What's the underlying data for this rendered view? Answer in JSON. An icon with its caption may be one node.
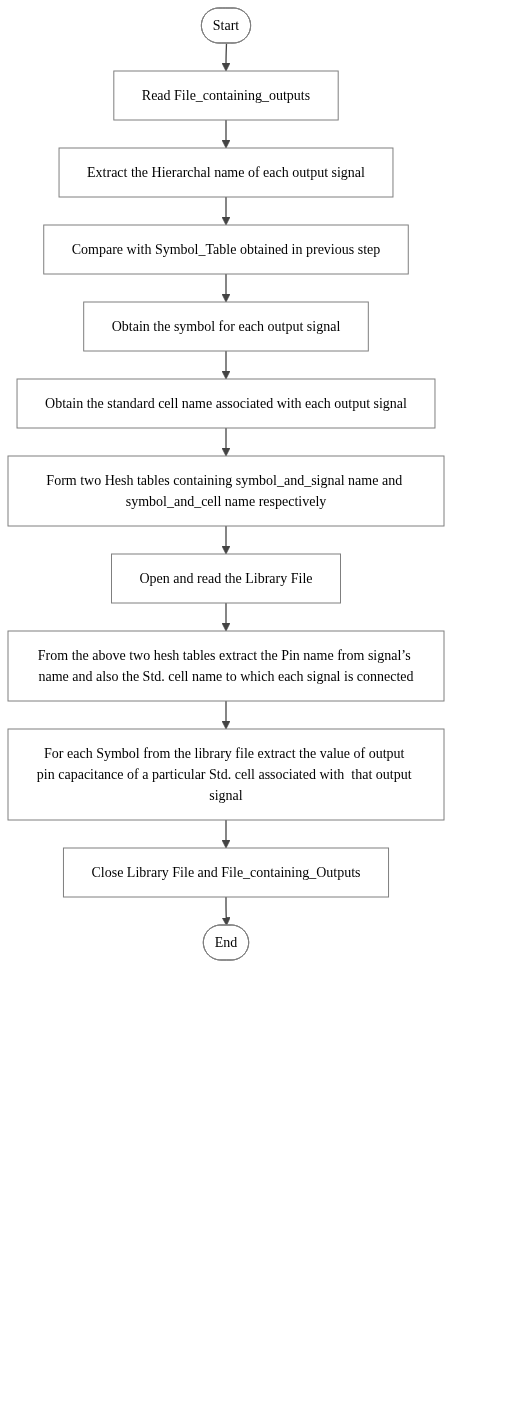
{
  "diagram": {
    "nodes": [
      {
        "text": [
          "Start"
        ]
      },
      {
        "text": [
          "Read File_containing_outputs"
        ]
      },
      {
        "text": [
          "Extract the Hierarchal name of each output signal"
        ]
      },
      {
        "text": [
          "Compare with Symbol_Table obtained in previous step"
        ]
      },
      {
        "text": [
          "Obtain the symbol for each output signal"
        ]
      },
      {
        "text": [
          "Obtain the standard cell name associated with each output signal"
        ]
      },
      {
        "text": [
          "Form two Hesh tables containing symbol_and_signal name and symbol_and_cell name respectively"
        ]
      },
      {
        "text": [
          "Open and read the Library File"
        ]
      },
      {
        "text": [
          "From the above two hesh tables extract the Pin name from signal’s name and also the Std. cell name to which each signal is connected"
        ]
      },
      {
        "text": [
          "For each Symbol from the library file extract the value of output pin capacitance of a particular Std. cell associated with  that output signal"
        ]
      },
      {
        "text": [
          "Close Library File and File_containing_Outputs"
        ]
      },
      {
        "text": [
          "End"
        ]
      }
    ],
    "edges": [
      {
        "from": 0,
        "to": 1,
        "arrow": "to"
      },
      {
        "from": 1,
        "to": 2,
        "arrow": "to"
      },
      {
        "from": 2,
        "to": 3,
        "arrow": "to"
      },
      {
        "from": 3,
        "to": 4,
        "arrow": "to"
      },
      {
        "from": 4,
        "to": 5,
        "arrow": "to"
      },
      {
        "from": 5,
        "to": 6,
        "arrow": "to"
      },
      {
        "from": 6,
        "to": 7,
        "arrow": "to"
      },
      {
        "from": 7,
        "to": 8,
        "arrow": "to"
      },
      {
        "from": 8,
        "to": 9,
        "arrow": "to"
      },
      {
        "from": 9,
        "to": 10,
        "arrow": "to"
      },
      {
        "from": 10,
        "to": 11,
        "arrow": "to"
      }
    ]
  }
}
